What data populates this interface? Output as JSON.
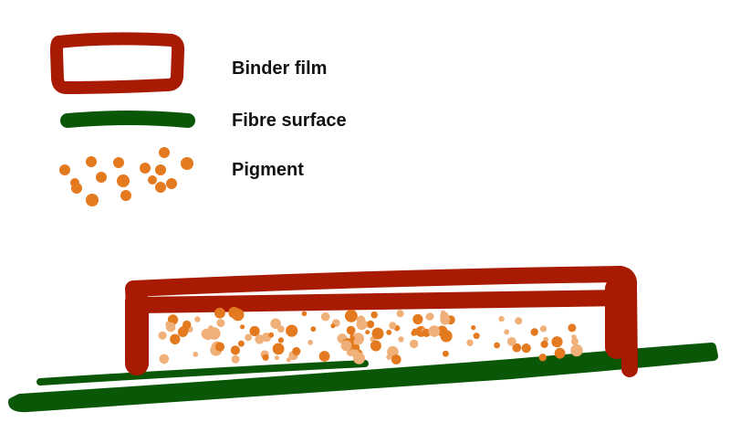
{
  "legend": {
    "binder": {
      "label": "Binder film"
    },
    "fibre": {
      "label": "Fibre surface"
    },
    "pigment": {
      "label": "Pigment"
    }
  },
  "colors": {
    "binder": "#a81a02",
    "fibre": "#0a5708",
    "pigment": "#e47a1f",
    "pigment_light": "#f0b07a",
    "background": "#ffffff",
    "text": "#111111"
  }
}
